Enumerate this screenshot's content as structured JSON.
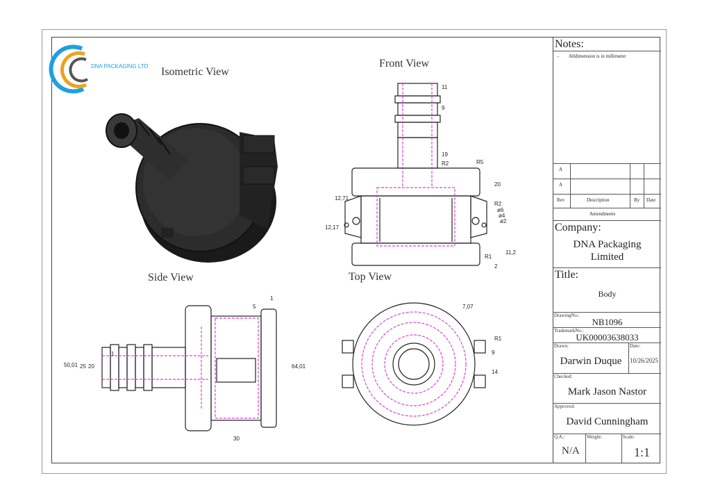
{
  "logo": {
    "text": "DNA PACKAGING LTD"
  },
  "views": {
    "isometric": "Isometric View",
    "front": "Front View",
    "side": "Side View",
    "top": "Top View"
  },
  "dimensions": {
    "front": [
      "11",
      "9",
      "19",
      "R2",
      "R5",
      "20",
      "12,71",
      "12,17",
      "R2",
      "ø6",
      "ø4",
      "ø2",
      "R1",
      "11,2",
      "2"
    ],
    "side": [
      "1",
      "5",
      "1",
      "50,01",
      "25",
      "20",
      "64,01",
      "30"
    ],
    "top": [
      "7,07",
      "R1",
      "9",
      "14"
    ]
  },
  "title_block": {
    "notes_label": "Notes:",
    "note_bullet": "-",
    "note_text": "Alldimension is in millimeter",
    "amend_rows": [
      "A",
      "A"
    ],
    "rev_label": "Rev",
    "desc_label": "Description",
    "by_label": "By",
    "date_label": "Date",
    "amendments_label": "Amendments",
    "company_label": "Company:",
    "company_name_1": "DNA Packaging",
    "company_name_2": "Limited",
    "title_label": "Title:",
    "title_value": "Body",
    "drawing_no_label": "DrawingNo.:",
    "drawing_no": "NB1096",
    "trademark_label": "TrademarkNo.:",
    "trademark_no": "UK00003638033",
    "drawn_label": "Drawn:",
    "drawn_by": "Darwin Duque",
    "date_label2": "Date:",
    "date_value": "10/26/2025",
    "checked_label": "Checked:",
    "checked_by": "Mark Jason Nastor",
    "approved_label": "Approved:",
    "approved_by": "David Cunningham",
    "qa_label": "Q.A.:",
    "qa_value": "N/A",
    "weight_label": "Weight:",
    "scale_label": "Scale:",
    "scale_value": "1:1"
  },
  "colors": {
    "hidden_line": "#e040e0",
    "outline": "#222222",
    "part": "#2a2a2a",
    "logo_blue": "#1ea0e0",
    "logo_orange": "#f0a020"
  }
}
